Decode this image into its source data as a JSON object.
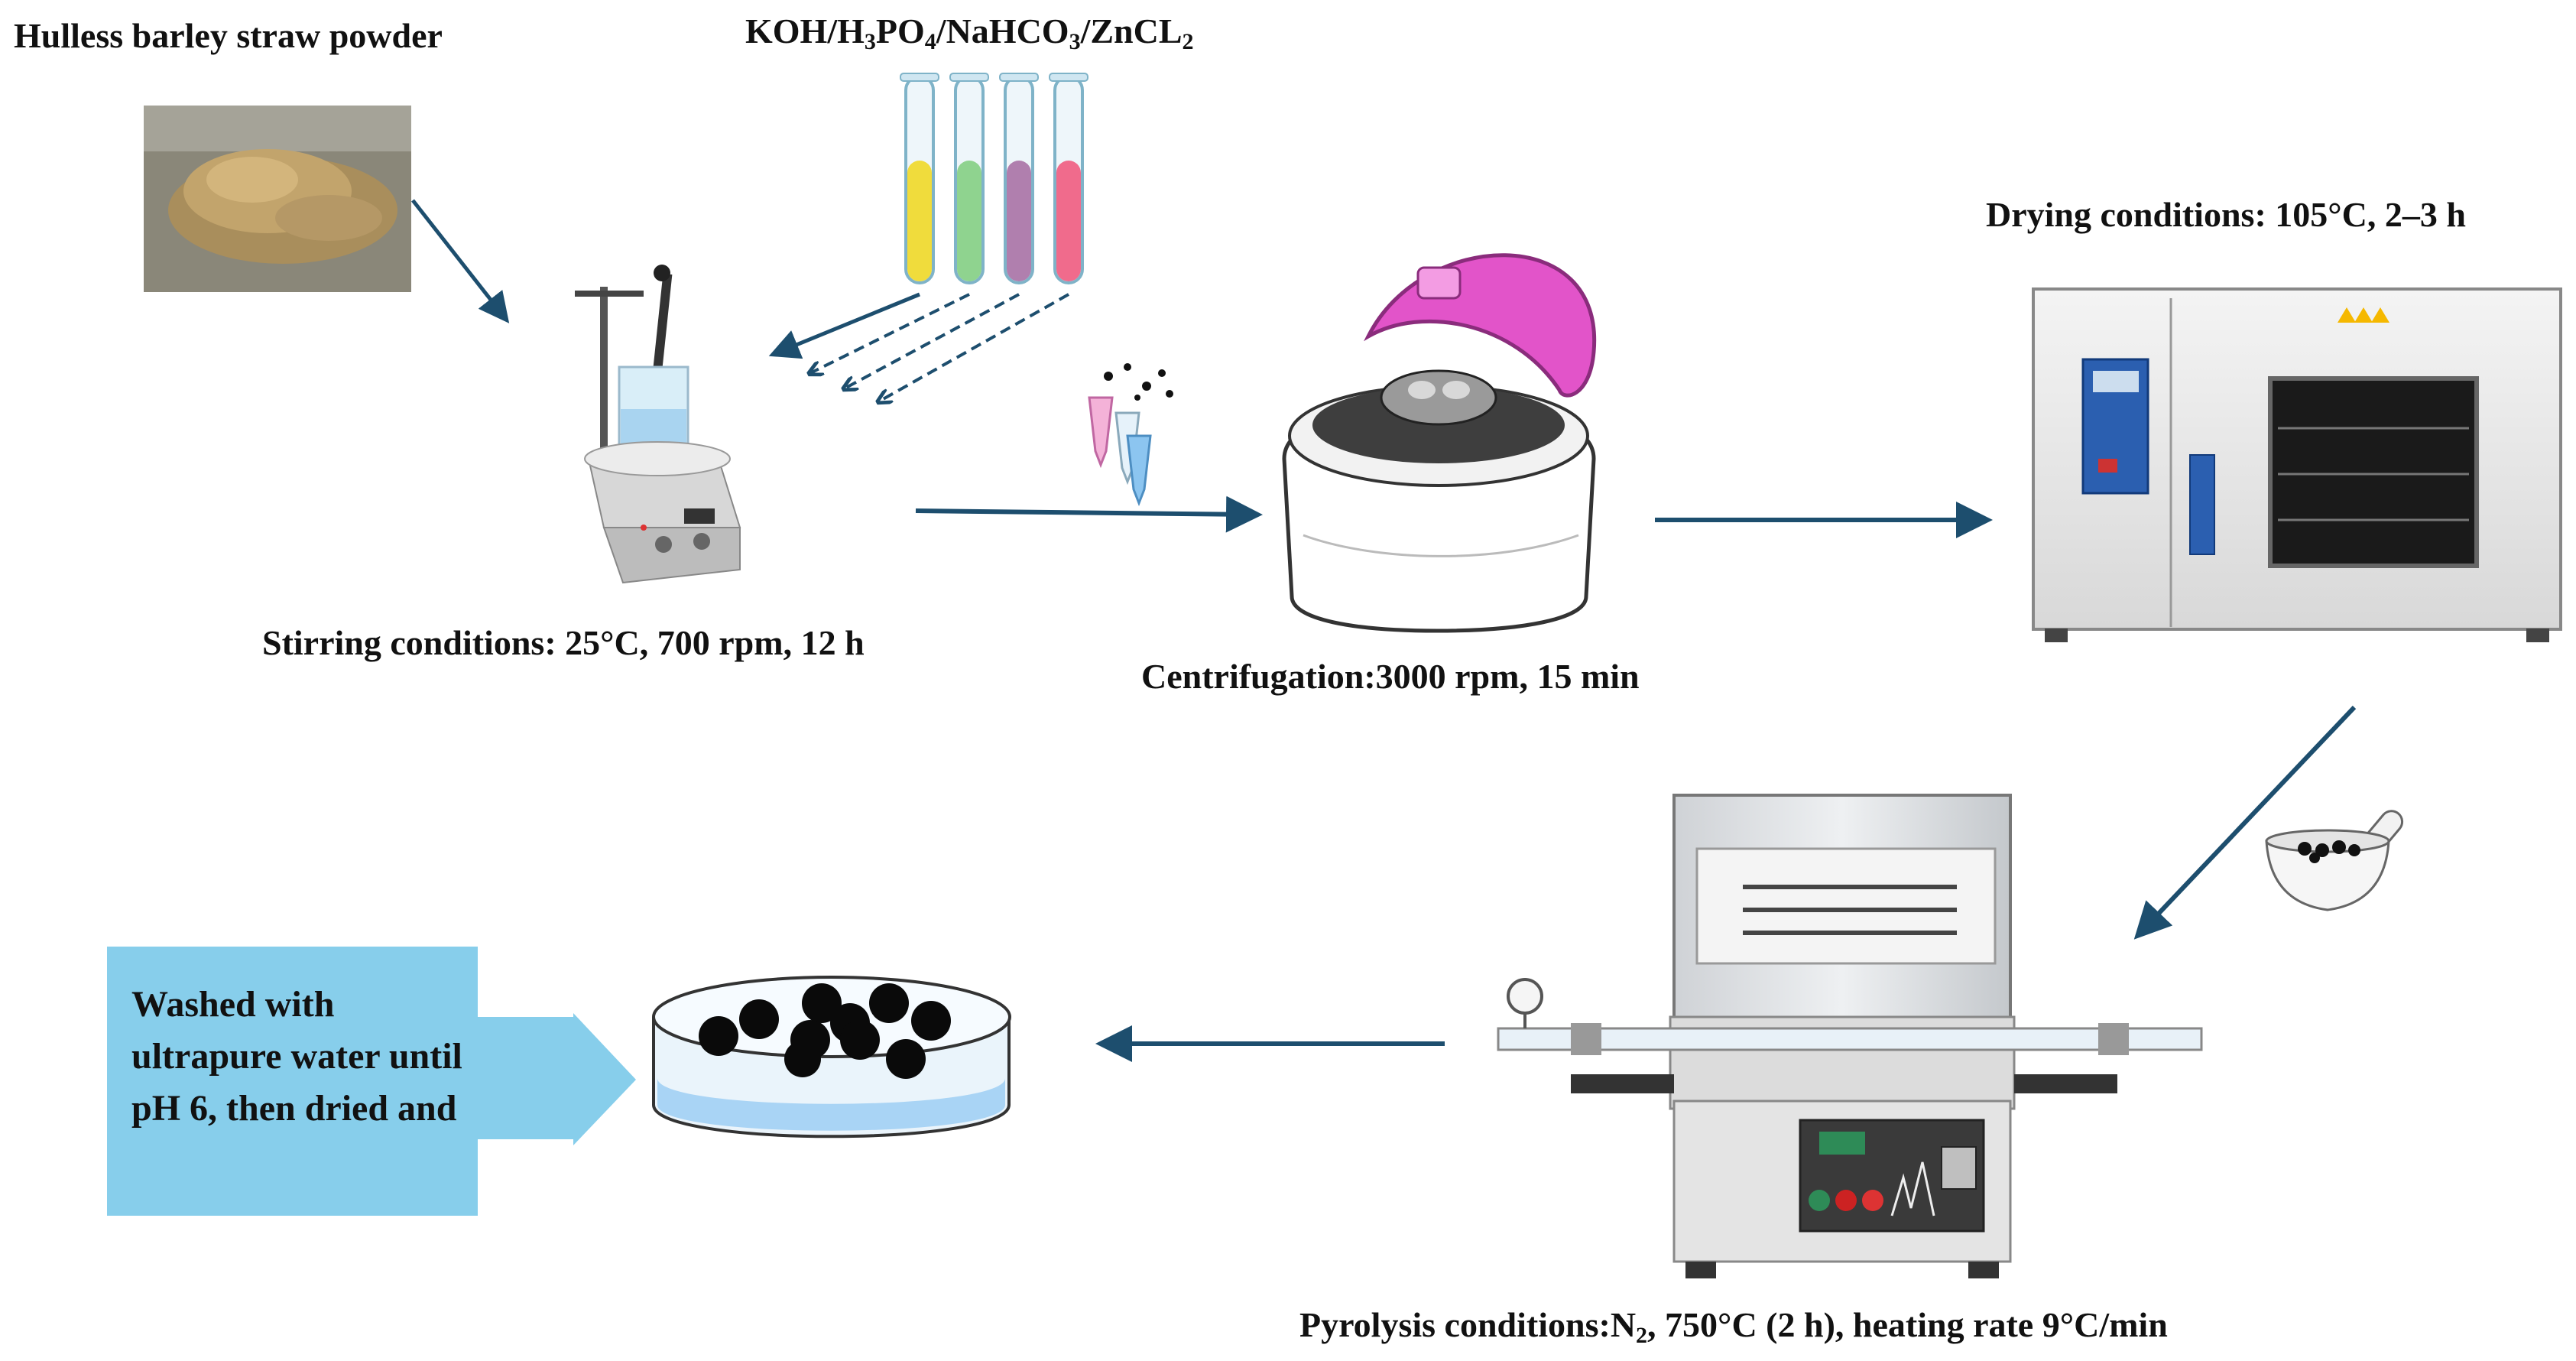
{
  "labels": {
    "powder": "Hulless barley straw powder",
    "reagents": {
      "parts": [
        "KOH/H",
        "3",
        "PO",
        "4",
        "/NaHCO",
        "3",
        "/ZnCL",
        "2"
      ]
    },
    "stirring": "Stirring conditions: 25°C, 700 rpm, 12 h",
    "centrifugation": "Centrifugation:3000 rpm, 15 min",
    "drying": "Drying conditions: 105°C, 2–3 h",
    "pyrolysis": {
      "parts": [
        "Pyrolysis conditions:N",
        "2",
        ", 750°C (2 h), heating rate 9°C/min"
      ]
    },
    "washing": "Washed with ultrapure water until pH 6, then dried and"
  },
  "colors": {
    "arrow": "#1d4e6e",
    "wash_box": "#87ceeb",
    "tube_yellow": "#f0dc3c",
    "tube_green": "#8fd38f",
    "tube_purple": "#b07fae",
    "tube_pink": "#f06b8c",
    "centrifuge_lid": "#e254c9",
    "dish_fill": "#a9d4f5",
    "char_pellet": "#0a0a0a"
  },
  "icons": [
    "powder-photo",
    "magnetic-stirrer-icon",
    "test-tubes-icon",
    "microtubes-icon",
    "centrifuge-icon",
    "drying-oven-icon",
    "mortar-pestle-icon",
    "tube-furnace-icon",
    "petri-dish-icon"
  ]
}
